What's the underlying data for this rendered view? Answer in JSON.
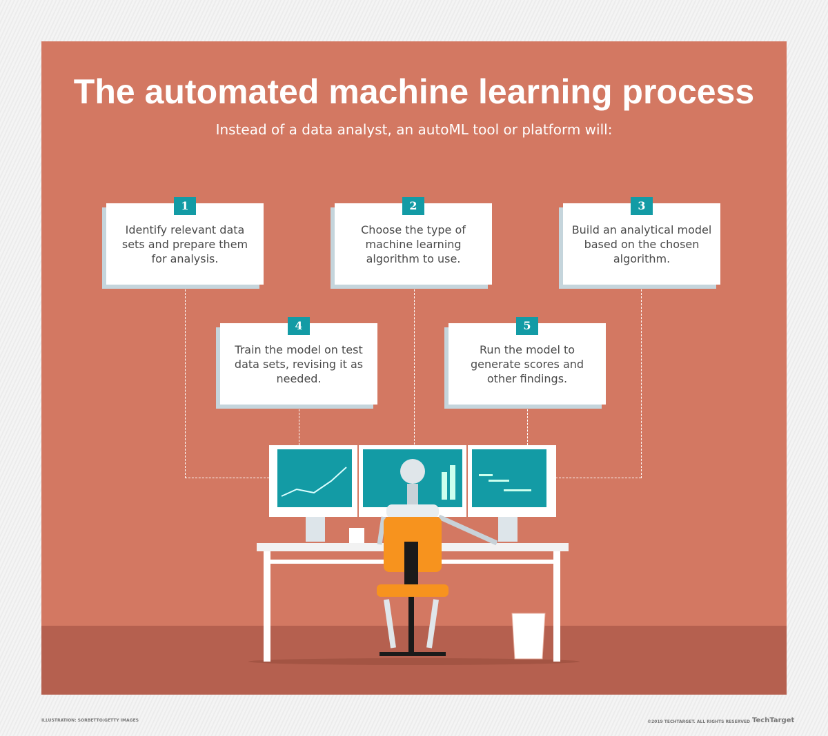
{
  "title": "The automated machine learning process",
  "subtitle": "Instead of a data analyst, an autoML tool or platform will:",
  "steps": [
    {
      "number": "1",
      "text": "Identify relevant data sets and prepare them for analysis."
    },
    {
      "number": "2",
      "text": "Choose the type of machine learning algorithm to use."
    },
    {
      "number": "3",
      "text": "Build an analytical model based on the chosen algorithm."
    },
    {
      "number": "4",
      "text": "Train the model on test data sets, revising it as needed."
    },
    {
      "number": "5",
      "text": "Run the model to generate scores and other findings."
    }
  ],
  "footer": {
    "credit": "ILLUSTRATION: SORBETTO/GETTY IMAGES",
    "copyright": "©2019 TECHTARGET. ALL RIGHTS RESERVED",
    "logo": "TechTarget"
  },
  "colors": {
    "background": "#d37862",
    "floor": "#b5604f",
    "badge": "#139ba5",
    "screen": "#139ba5",
    "chair": "#f7931e"
  }
}
